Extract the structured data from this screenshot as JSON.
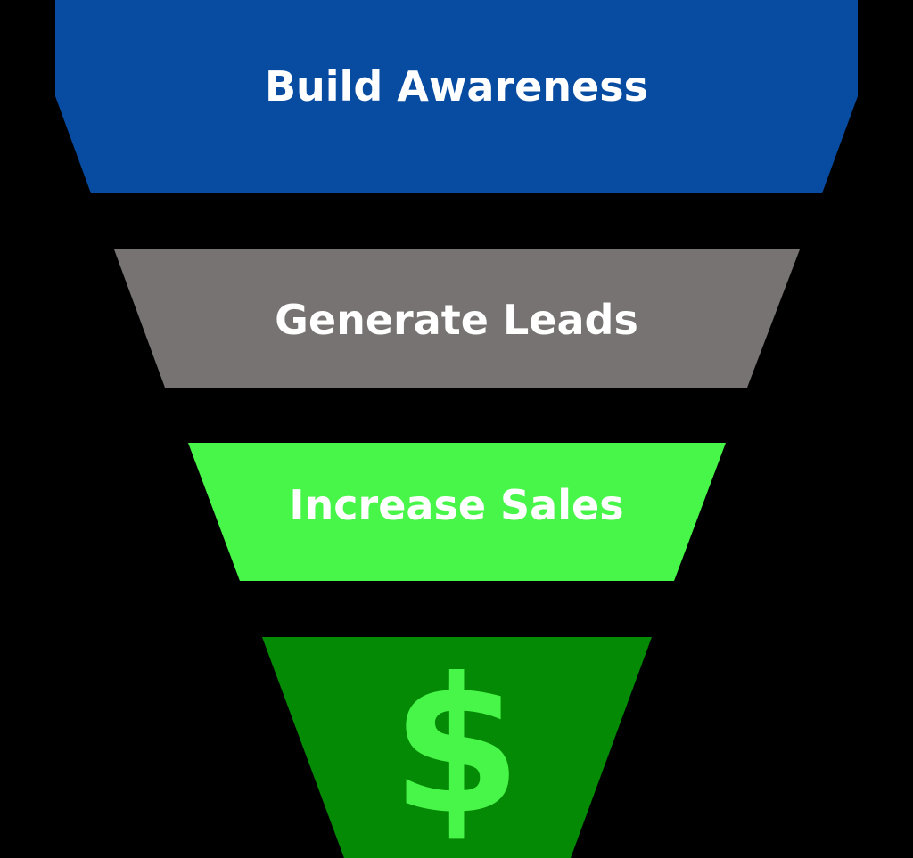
{
  "funnel": {
    "stages": [
      {
        "label": "Build Awareness",
        "color": "#084ca2"
      },
      {
        "label": "Generate Leads",
        "color": "#767372"
      },
      {
        "label": "Increase Sales",
        "color": "#48f64a"
      },
      {
        "label": "$",
        "color": "#058a05",
        "symbol_color": "#48f64a"
      }
    ]
  }
}
